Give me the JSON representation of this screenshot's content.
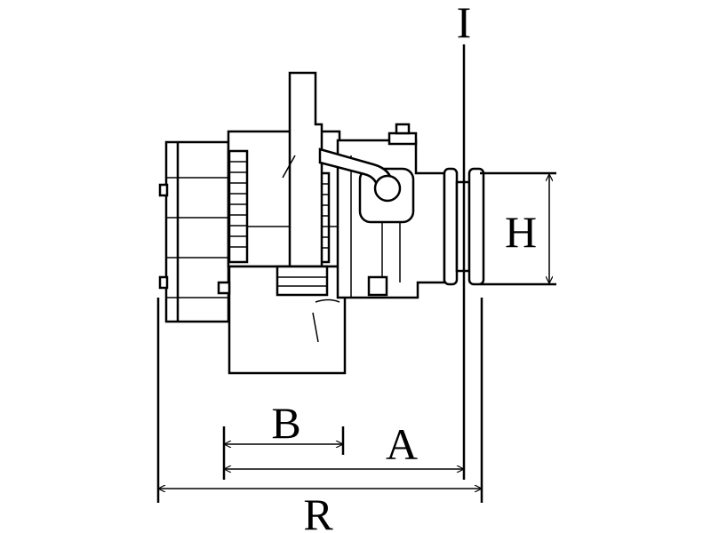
{
  "diagram": {
    "subject": "alternator",
    "dimension_labels": {
      "I": "I",
      "H": "H",
      "B": "B",
      "A": "A",
      "R": "R"
    },
    "line_color": "#000000",
    "background": "#ffffff"
  }
}
